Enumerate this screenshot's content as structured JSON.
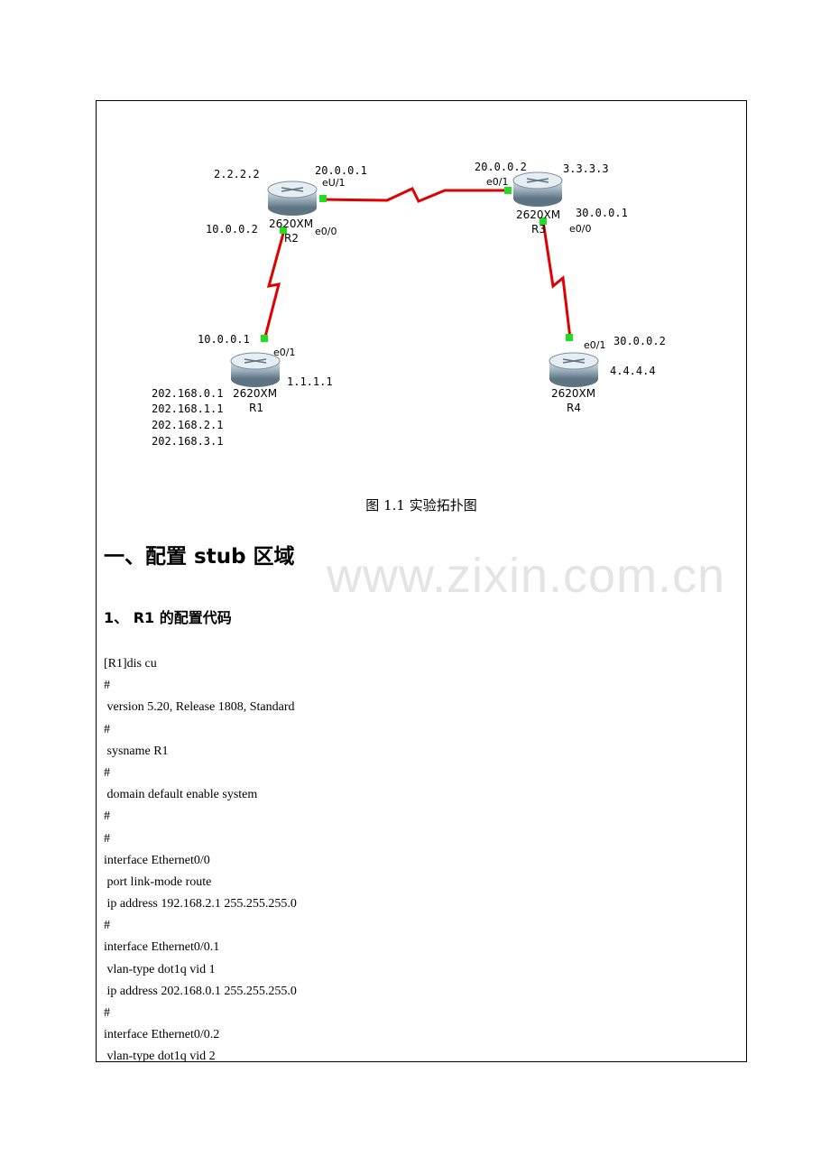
{
  "figure": {
    "routers": [
      {
        "id": "R1",
        "model": "2620XM",
        "name": "R1",
        "loopback": "1.1.1.1"
      },
      {
        "id": "R2",
        "model": "2620XM",
        "name": "R2",
        "loopback": "2.2.2.2"
      },
      {
        "id": "R3",
        "model": "2620XM",
        "name": "R3",
        "loopback": "3.3.3.3"
      },
      {
        "id": "R4",
        "model": "2620XM",
        "name": "R4",
        "loopback": "4.4.4.4"
      }
    ],
    "labels": {
      "r2_e01_ip": "20.0.0.1",
      "r2_e01_if": "eU/1",
      "r2_e00_ip": "10.0.0.2",
      "r2_e00_if": "e0/0",
      "r3_e01_ip": "20.0.0.2",
      "r3_e01_if": "e0/1",
      "r3_e00_ip": "30.0.0.1",
      "r3_e00_if": "e0/0",
      "r1_e01_ip": "10.0.0.1",
      "r1_e01_if": "e0/1",
      "r4_e01_ip": "30.0.0.2",
      "r4_e01_if": "e0/1",
      "r1_nets": [
        "202.168.0.1",
        "202.168.1.1",
        "202.168.2.1",
        "202.168.3.1"
      ]
    },
    "caption": "图 1.1 实验拓扑图",
    "link_color": "#e00000",
    "port_color": "#22dd22"
  },
  "heading1": "一、配置 stub 区域",
  "heading2": "1、 R1 的配置代码",
  "code_lines": [
    "[R1]dis cu",
    "#",
    " version 5.20, Release 1808, Standard",
    "#",
    " sysname R1",
    "#",
    " domain default enable system",
    "#",
    "#",
    "interface Ethernet0/0",
    " port link-mode route",
    " ip address 192.168.2.1 255.255.255.0",
    "#",
    "interface Ethernet0/0.1",
    " vlan-type dot1q vid 1",
    " ip address 202.168.0.1 255.255.255.0",
    "#",
    "interface Ethernet0/0.2",
    " vlan-type dot1q vid 2"
  ],
  "watermark": "www.zixin.com.cn"
}
